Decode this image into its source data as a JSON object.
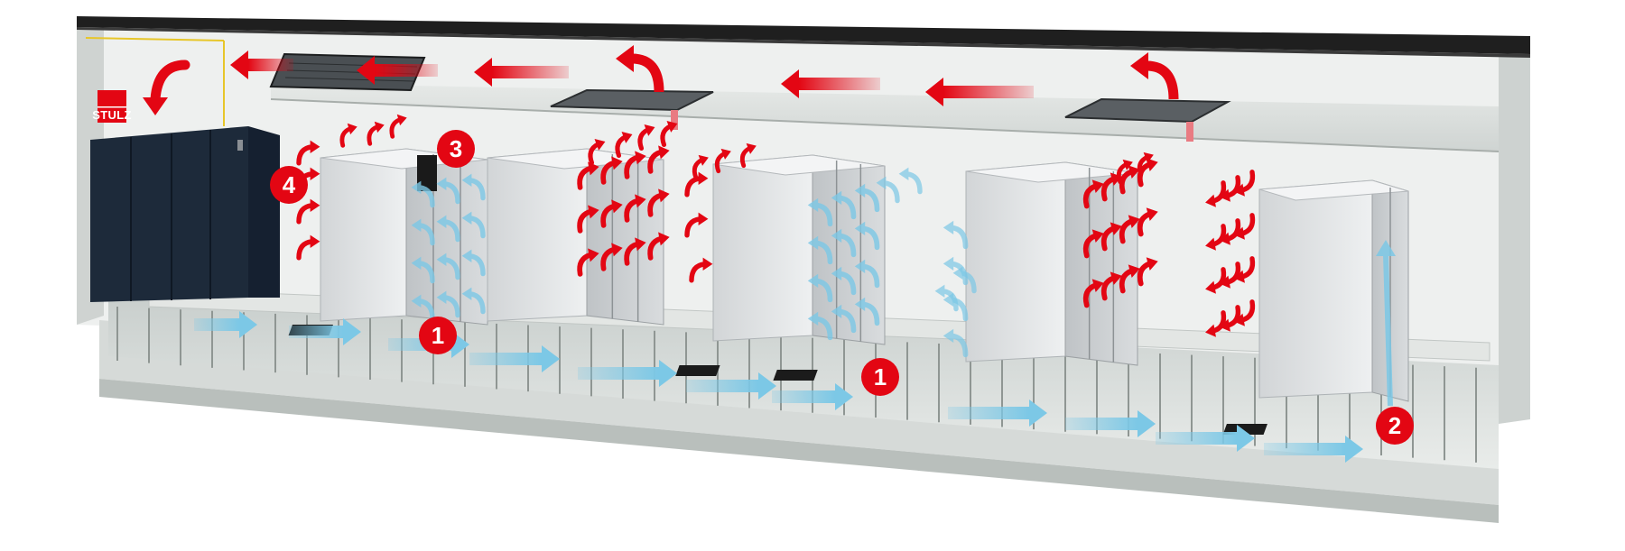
{
  "brand": {
    "label": "STULZ",
    "color": "#e30613"
  },
  "colors": {
    "hot_air": "#e30613",
    "cold_air": "#7cc8e6",
    "marker": "#e30613",
    "roof": "#1f1f1f",
    "wall": "#d8dcd9",
    "rack": "#e2e4e5",
    "crac_unit": "#1d2a3a"
  },
  "markers": [
    {
      "id": "m1a",
      "label": "1"
    },
    {
      "id": "m1b",
      "label": "1"
    },
    {
      "id": "m2",
      "label": "2"
    },
    {
      "id": "m3",
      "label": "3"
    },
    {
      "id": "m4",
      "label": "4"
    }
  ],
  "icons": {
    "hot_air": "red-curved-arrow",
    "cold_air": "blue-arrow",
    "ceiling_grille": "vent-grille"
  }
}
